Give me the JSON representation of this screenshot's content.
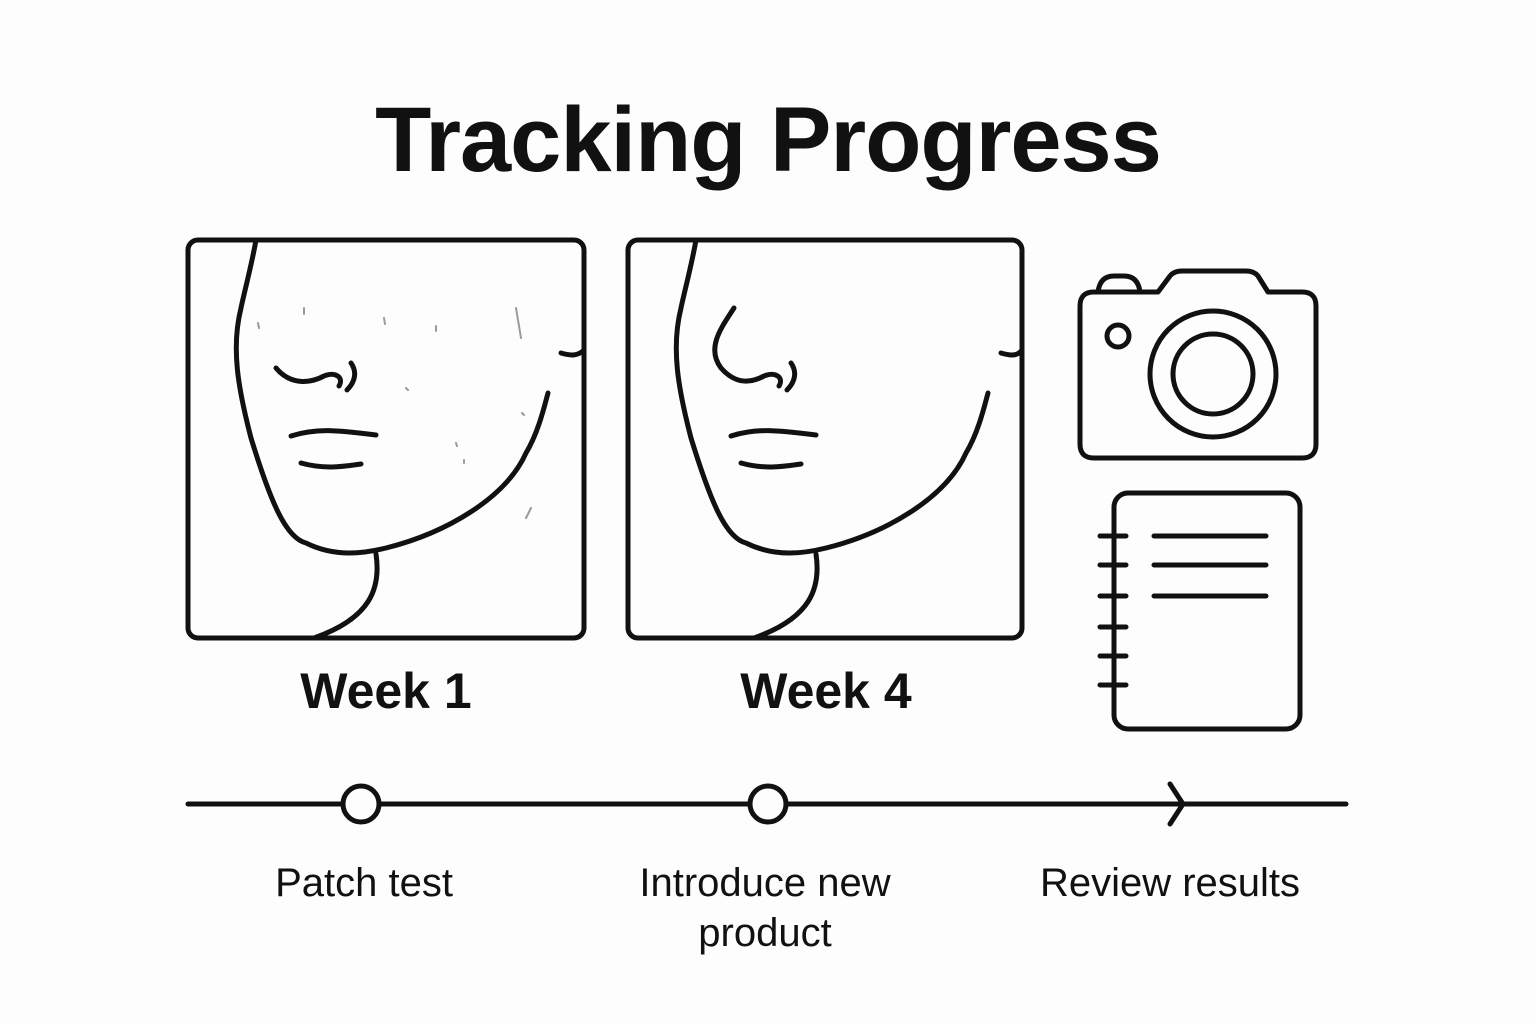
{
  "title": "Tracking Progress",
  "panels": [
    {
      "label": "Week 1",
      "state": "blemished skin (speckles)"
    },
    {
      "label": "Week 4",
      "state": "clear skin"
    }
  ],
  "icons": [
    "camera-icon",
    "notebook-icon"
  ],
  "timeline": {
    "steps": [
      {
        "label": "Patch test",
        "marker": "circle"
      },
      {
        "label": "Introduce new product",
        "marker": "circle"
      },
      {
        "label": "Review results",
        "marker": "arrow"
      }
    ],
    "colors": {
      "stroke": "#111111",
      "background": "#fdfdfd"
    }
  }
}
